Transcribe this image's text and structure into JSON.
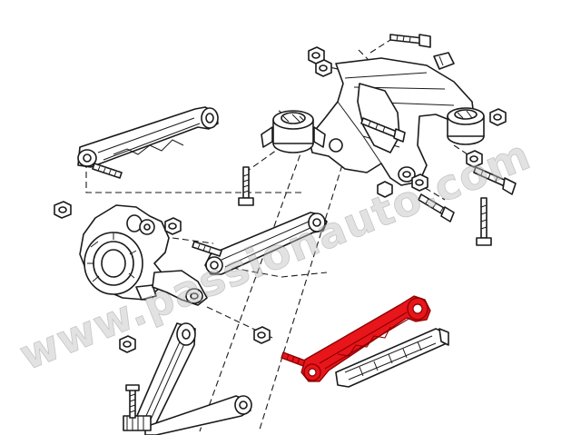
{
  "watermark": {
    "text": "www.passionauto.com"
  },
  "colors": {
    "highlight": "#e8151b",
    "line": "#1a1a1a",
    "background": "#ffffff"
  },
  "diagram": {
    "kind": "exploded-view",
    "highlighted_part": "lower-trailing-link"
  }
}
